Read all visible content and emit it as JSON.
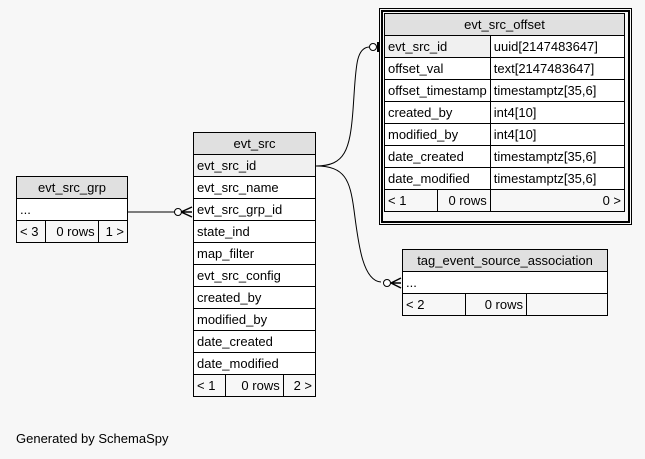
{
  "tables": {
    "evt_src_grp": {
      "name": "evt_src_grp",
      "columns": [
        "..."
      ],
      "footer": {
        "parents": "< 3",
        "rows": "0 rows",
        "children": "1 >"
      }
    },
    "evt_src": {
      "name": "evt_src",
      "columns": [
        "evt_src_id",
        "evt_src_name",
        "evt_src_grp_id",
        "state_ind",
        "map_filter",
        "evt_src_config",
        "created_by",
        "modified_by",
        "date_created",
        "date_modified"
      ],
      "footer": {
        "parents": "< 1",
        "rows": "0 rows",
        "children": "2 >"
      }
    },
    "evt_src_offset": {
      "name": "evt_src_offset",
      "columns": [
        {
          "name": "evt_src_id",
          "type": "uuid[2147483647]"
        },
        {
          "name": "offset_val",
          "type": "text[2147483647]"
        },
        {
          "name": "offset_timestamp",
          "type": "timestamptz[35,6]"
        },
        {
          "name": "created_by",
          "type": "int4[10]"
        },
        {
          "name": "modified_by",
          "type": "int4[10]"
        },
        {
          "name": "date_created",
          "type": "timestamptz[35,6]"
        },
        {
          "name": "date_modified",
          "type": "timestamptz[35,6]"
        }
      ],
      "footer": {
        "parents": "< 1",
        "rows": "0 rows",
        "children": "0 >"
      }
    },
    "tag_event_source_association": {
      "name": "tag_event_source_association",
      "columns": [
        "..."
      ],
      "footer": {
        "parents": "< 2",
        "rows": "0 rows",
        "children": ""
      }
    }
  },
  "relationships": [
    {
      "from": "evt_src_grp",
      "to": "evt_src.evt_src_grp_id"
    },
    {
      "from": "evt_src.evt_src_id",
      "to": "evt_src_offset.evt_src_id"
    },
    {
      "from": "evt_src.evt_src_id",
      "to": "tag_event_source_association"
    }
  ],
  "footer_text": "Generated by SchemaSpy"
}
